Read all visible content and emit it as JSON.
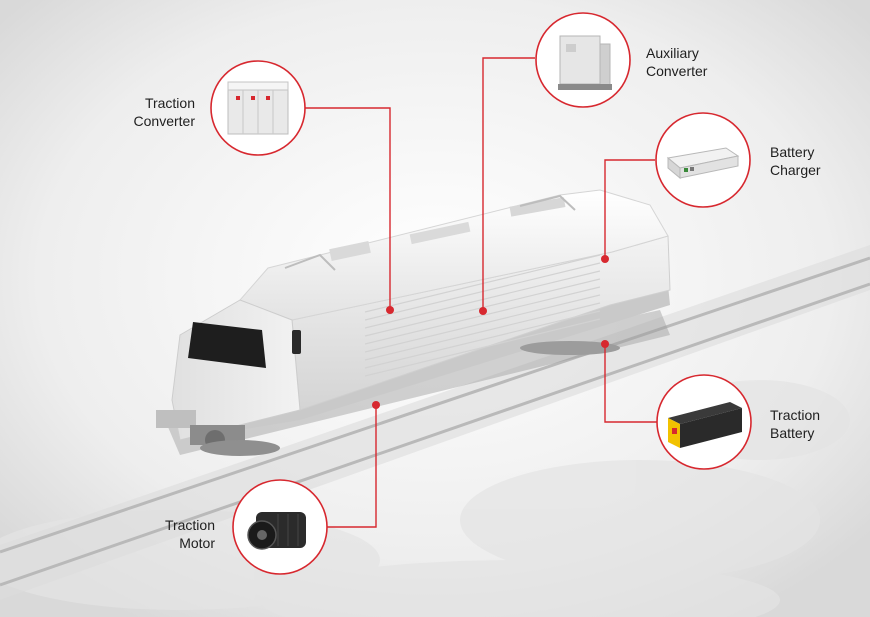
{
  "components": [
    {
      "id": "traction-converter",
      "label": "Traction\nConverter"
    },
    {
      "id": "auxiliary-converter",
      "label": "Auxiliary\nConverter"
    },
    {
      "id": "battery-charger",
      "label": "Battery\nCharger"
    },
    {
      "id": "traction-battery",
      "label": "Traction\nBattery"
    },
    {
      "id": "traction-motor",
      "label": "Traction\nMotor"
    }
  ],
  "colors": {
    "accent": "#d7282f",
    "locomotive_body": "#e6e6e6",
    "locomotive_shadow": "#bdbdbd",
    "window": "#1e1e1e",
    "battery_yellow": "#f2c200",
    "background": "#f4f4f4"
  }
}
